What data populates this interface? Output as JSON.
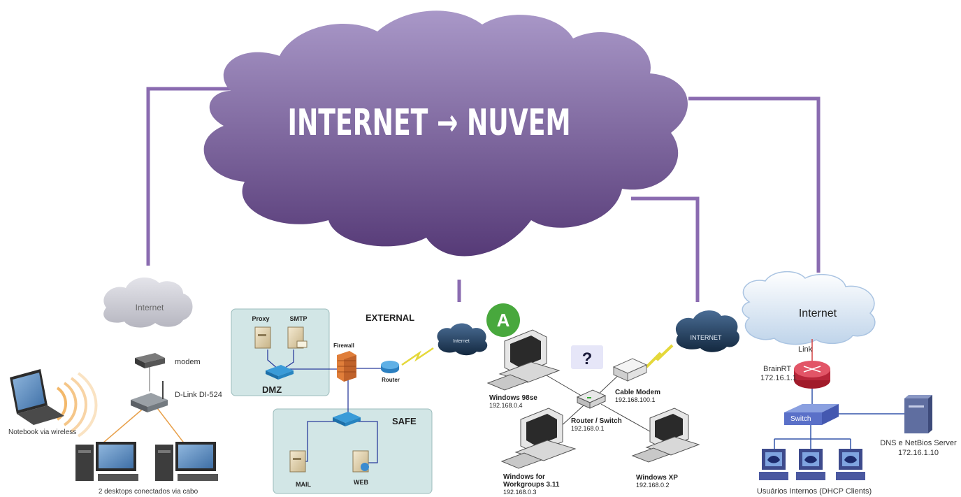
{
  "title": "INTERNET → NUVEM",
  "colors": {
    "cloud_top": "#a896c8",
    "cloud_bottom": "#5b3f7c",
    "connector": "#8a6bb0",
    "dmz_zone": "#cfe3e3",
    "safe_zone": "#cfe3e3"
  },
  "left_panel": {
    "cloud": "Internet",
    "modem": "modem",
    "router": "D-Link DI-524",
    "notebook": "Notebook via wireless",
    "desktops": "2 desktops conectados via cabo"
  },
  "dmz_panel": {
    "external": "EXTERNAL",
    "proxy": "Proxy",
    "smtp": "SMTP",
    "dmz": "DMZ",
    "firewall": "Firewall",
    "router": "Router",
    "internet": "Internet",
    "safe": "SAFE",
    "mail": "MAIL",
    "web": "WEB"
  },
  "home_panel": {
    "badge": "A",
    "question": "?",
    "internet": "INTERNET",
    "cable_modem": "Cable Modem",
    "cable_modem_ip": "192.168.100.1",
    "win98": "Windows 98se",
    "win98_ip": "192.168.0.4",
    "router_switch": "Router / Switch",
    "router_switch_ip": "192.168.0.1",
    "wfw_line1": "Windows for",
    "wfw_line2": "Workgroups 3.11",
    "wfw_ip": "192.168.0.3",
    "winxp": "Windows XP",
    "winxp_ip": "192.168.0.2"
  },
  "right_panel": {
    "internet": "Internet",
    "link": "Link",
    "router_name": "BrainRT",
    "router_ip": "172.16.1.1",
    "switch": "Switch",
    "server_name": "DNS e NetBios Server",
    "server_ip": "172.16.1.10",
    "clients": "Usuários Internos (DHCP Clients)"
  }
}
